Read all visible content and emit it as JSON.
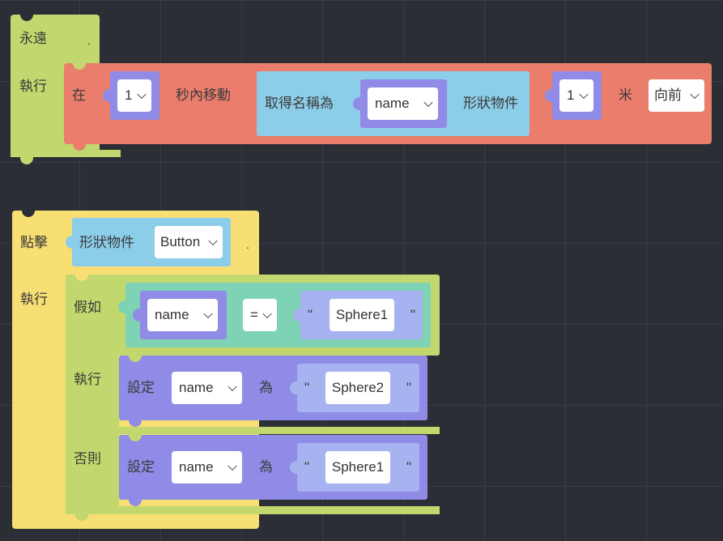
{
  "colors": {
    "green": "#c2d86f",
    "red": "#eb7d6c",
    "blue": "#8ccde9",
    "purple": "#8f8be6",
    "lightpurple": "#a7b2f0",
    "teal": "#7dd3b4",
    "yellow": "#f7df74"
  },
  "forever_block": {
    "label": "永遠",
    "dot": ".",
    "do_label": "執行",
    "move_block": {
      "in_label": "在",
      "seconds_value": "1",
      "seconds_label": "秒內移動",
      "get_by_name_label": "取得名稱為",
      "name_value": "name",
      "shape_label": "形狀物件",
      "distance_value": "1",
      "unit_label": "米",
      "direction_value": "向前"
    }
  },
  "click_block": {
    "label": "點擊",
    "shape_label": "形狀物件",
    "shape_value": "Button",
    "dot": ".",
    "do_label": "執行",
    "if_block": {
      "if_label": "假如",
      "condition": {
        "left": "name",
        "operator": "=",
        "quote_open": "\"",
        "right": "Sphere1",
        "quote_close": "\""
      },
      "then_label": "執行",
      "then_set": {
        "set_label": "設定",
        "variable": "name",
        "as_label": "為",
        "quote_open": "\"",
        "value": "Sphere2",
        "quote_close": "\""
      },
      "else_label": "否則",
      "else_set": {
        "set_label": "設定",
        "variable": "name",
        "as_label": "為",
        "quote_open": "\"",
        "value": "Sphere1",
        "quote_close": "\""
      }
    }
  }
}
